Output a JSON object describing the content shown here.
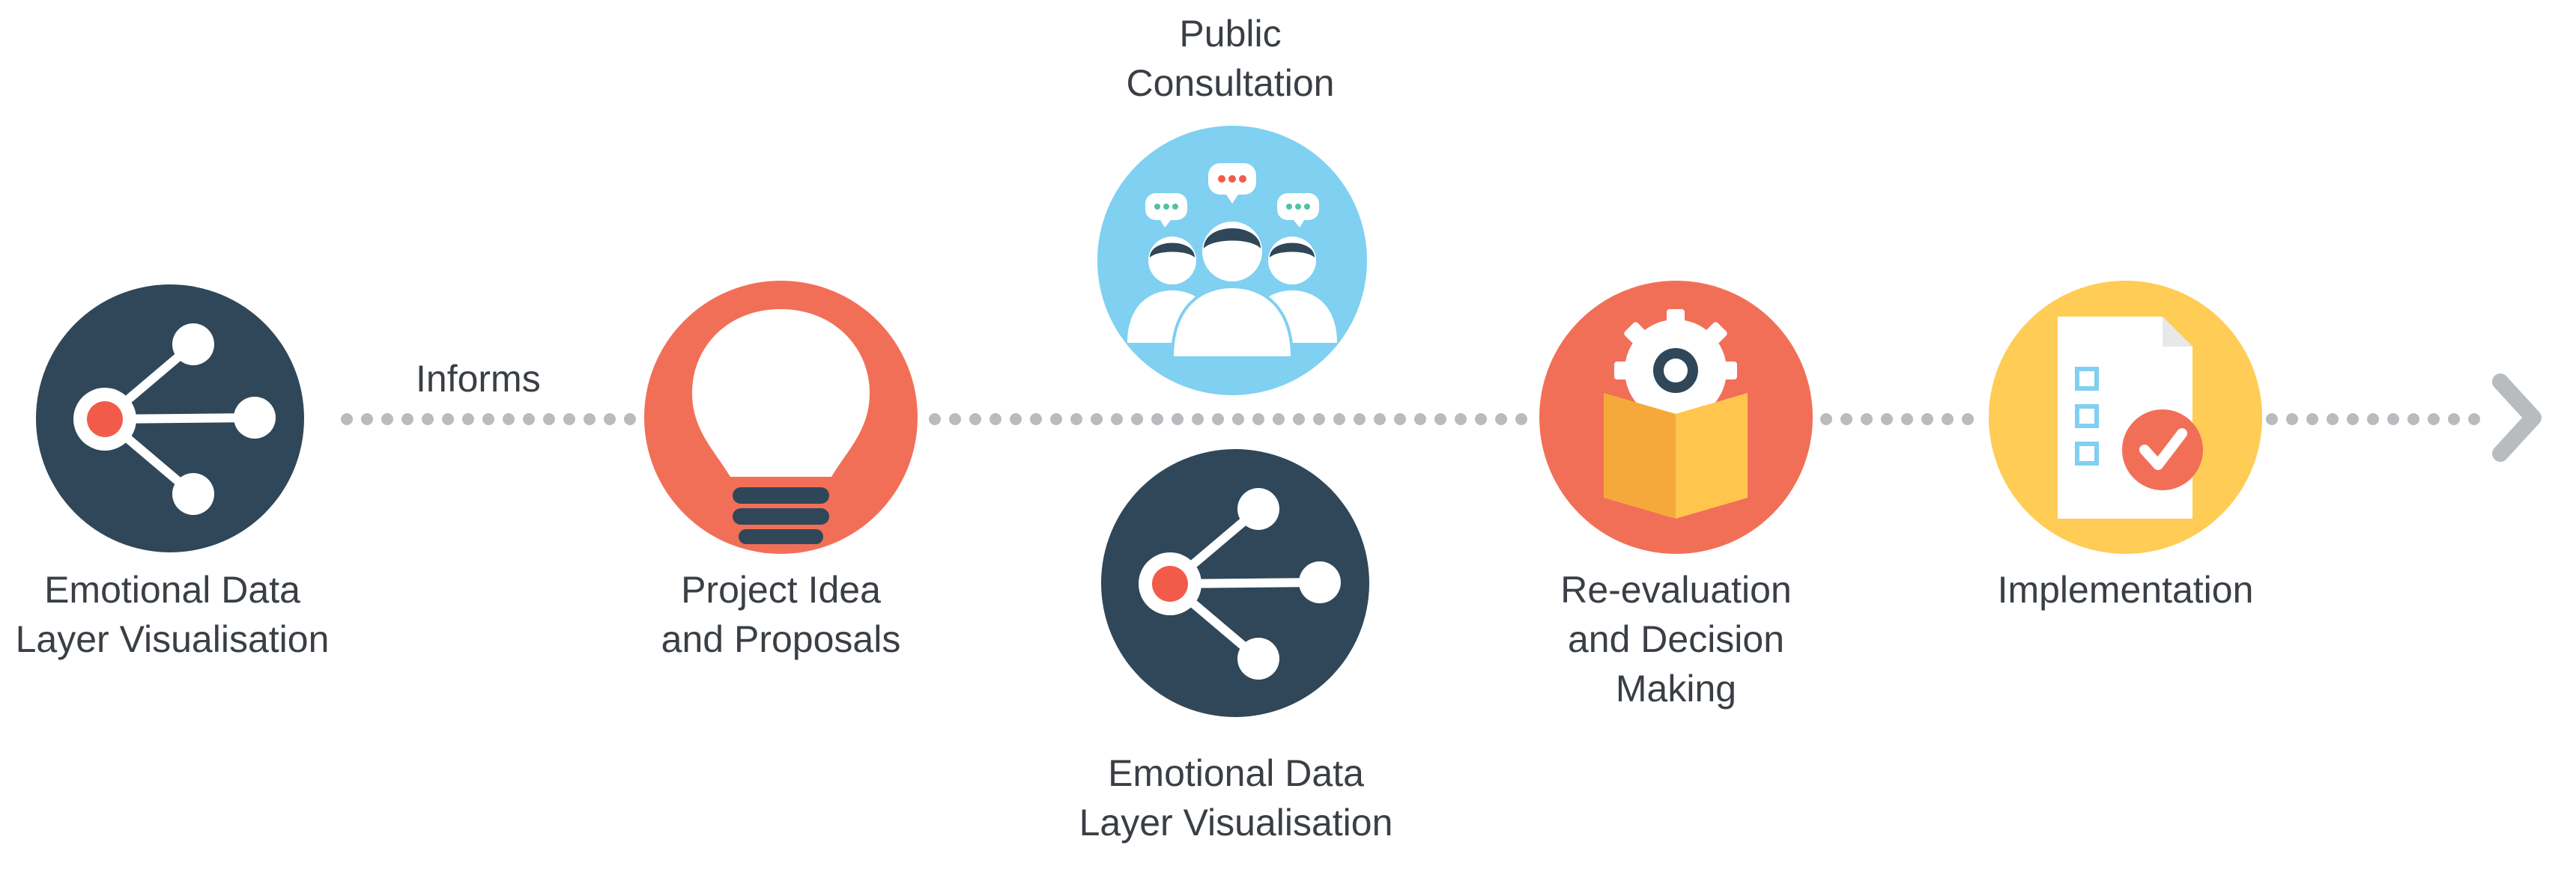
{
  "colors": {
    "navy": "#2f4759",
    "coral": "#f26f57",
    "sky": "#7fd0f1",
    "yellow": "#ffcc55",
    "dots": "#b9bcbf",
    "white": "#ffffff",
    "red_node": "#f25b4a"
  },
  "nodes": [
    {
      "id": "data-layer-1",
      "icon": "share-network-icon",
      "color": "navy",
      "label": "Emotional Data\nLayer Visualisation"
    },
    {
      "id": "project-idea",
      "icon": "lightbulb-icon",
      "color": "coral",
      "label": "Project Idea\nand Proposals"
    },
    {
      "id": "public-consultation",
      "icon": "people-chat-icon",
      "color": "sky",
      "label": "Public\nConsultation"
    },
    {
      "id": "data-layer-2",
      "icon": "share-network-icon",
      "color": "navy",
      "label": "Emotional Data\nLayer Visualisation"
    },
    {
      "id": "re-evaluation",
      "icon": "gear-book-icon",
      "color": "coral",
      "label": "Re-evaluation\nand Decision\nMaking"
    },
    {
      "id": "implementation",
      "icon": "checklist-icon",
      "color": "yellow",
      "label": "Implementation"
    }
  ],
  "edges": [
    {
      "from": "data-layer-1",
      "to": "project-idea",
      "label": "Informs"
    }
  ],
  "end_arrow": "chevron-right-icon"
}
